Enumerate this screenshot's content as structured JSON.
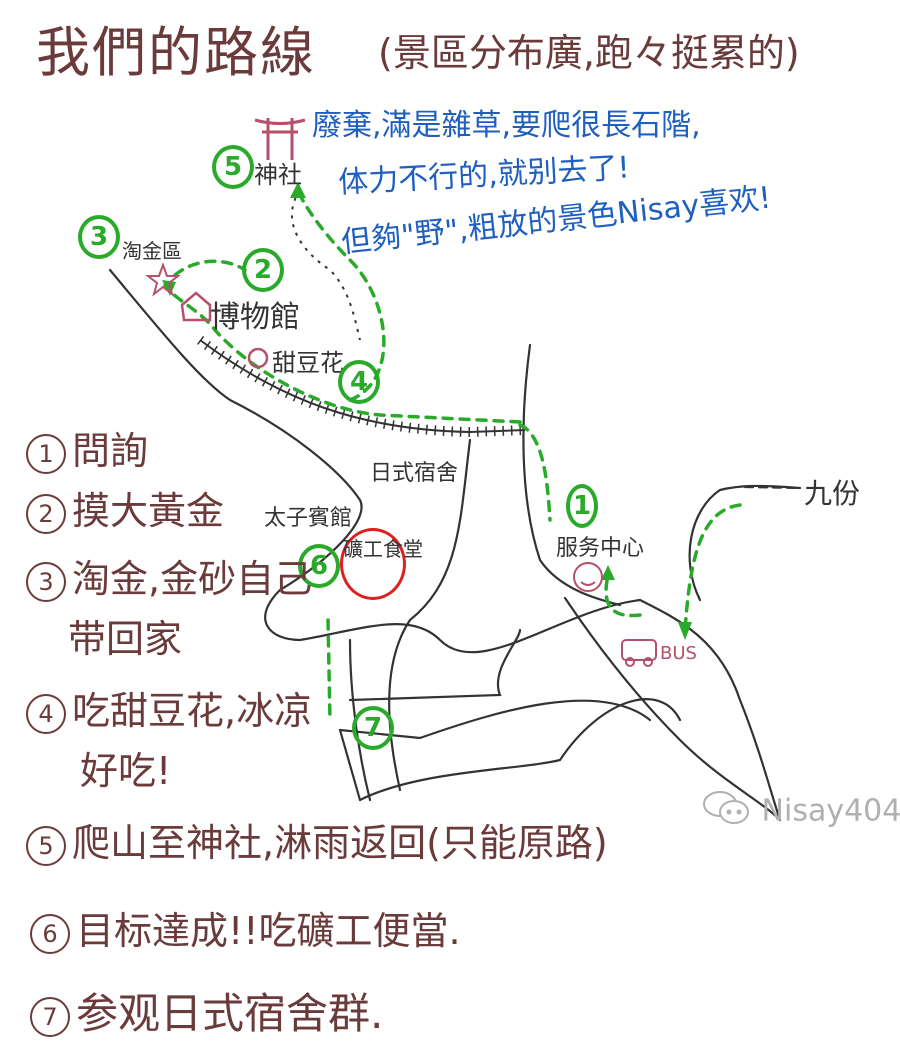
{
  "header": {
    "title": "我們的路線",
    "subtitle": "(景區分布廣,跑々挺累的)"
  },
  "note": {
    "lines": [
      "廢棄,滿是雜草,要爬很長石階,",
      "体力不行的,就别去了!",
      "但夠\"野\",粗放的景色Nisay喜欢!"
    ],
    "color": "#1f5fbf"
  },
  "map": {
    "labels": {
      "shrine": "神社",
      "gold_panning": "淘金區",
      "museum": "博物館",
      "douhua": "甜豆花",
      "japanese_dorms": "日式宿舍",
      "prince_house": "太子賓館",
      "miner_canteen": "礦工食堂",
      "service_center": "服务中心",
      "bus": "BUS",
      "jiufen": "九份"
    },
    "pins": [
      "1",
      "2",
      "3",
      "4",
      "5",
      "6",
      "7"
    ],
    "colors": {
      "route": "#2aaa2a",
      "road": "#333333",
      "poi": "#b5506a",
      "highlight": "#e02020"
    }
  },
  "legend": {
    "items": [
      {
        "num": "1",
        "text": "問詢"
      },
      {
        "num": "2",
        "text": "摸大黃金"
      },
      {
        "num": "3",
        "text": "淘金,金砂自己",
        "text2": "带回家"
      },
      {
        "num": "4",
        "text": "吃甜豆花,冰凉",
        "text2": "好吃!"
      },
      {
        "num": "5",
        "text": "爬山至神社,淋雨返回(只能原路)"
      },
      {
        "num": "6",
        "text": "目标達成!!吃礦工便當."
      },
      {
        "num": "7",
        "text": "参观日式宿舍群."
      }
    ]
  },
  "watermark": {
    "icon": "wechat-icon",
    "text": "Nisay404"
  }
}
